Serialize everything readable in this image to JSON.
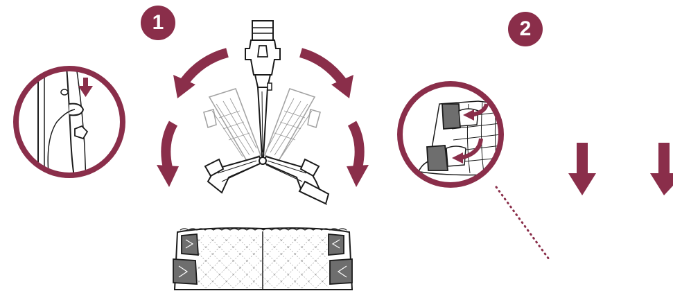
{
  "steps": [
    {
      "number": "1"
    },
    {
      "number": "2"
    }
  ],
  "colors": {
    "accent": "#8a2e4a",
    "line": "#1a1a1a",
    "light_line": "#9a9a9a"
  },
  "icons": [
    "fold-arrow-icon",
    "down-arrow-icon",
    "magnifier-callout"
  ]
}
